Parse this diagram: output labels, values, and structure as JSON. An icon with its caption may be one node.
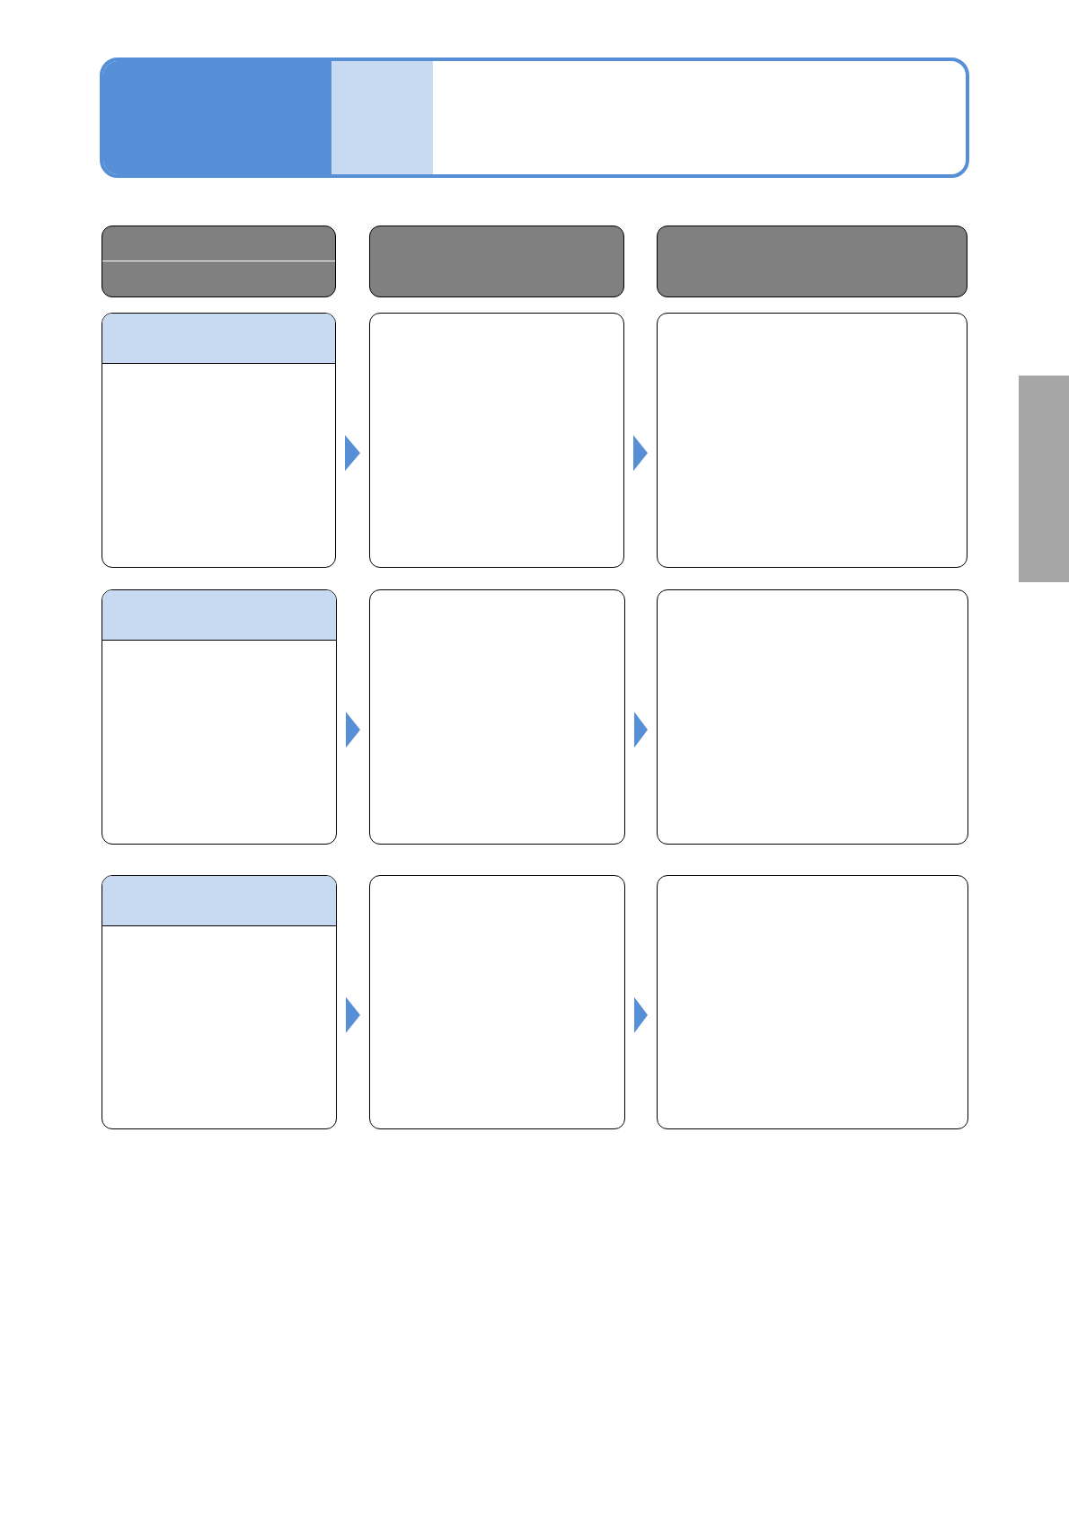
{
  "diagram": {
    "nodes": [
      {
        "text": [],
        "shape": "box"
      },
      {
        "text": [],
        "shape": "box"
      },
      {
        "text": [],
        "shape": "box"
      },
      {
        "text": [],
        "shape": "box"
      },
      {
        "text": [],
        "shape": "box"
      },
      {
        "text": [],
        "shape": "box"
      },
      {
        "text": [],
        "shape": "box"
      },
      {
        "text": [],
        "shape": "box"
      },
      {
        "text": [],
        "shape": "box"
      },
      {
        "text": [],
        "shape": "box"
      },
      {
        "text": [],
        "shape": "box"
      },
      {
        "text": [],
        "shape": "box"
      },
      {
        "text": [],
        "shape": "box"
      },
      {
        "text": [],
        "shape": "bar"
      }
    ],
    "edges": [
      {
        "from": 4,
        "to": 5,
        "arrow": "to"
      },
      {
        "from": 5,
        "to": 6,
        "arrow": "to"
      },
      {
        "from": 7,
        "to": 8,
        "arrow": "to"
      },
      {
        "from": 8,
        "to": 9,
        "arrow": "to"
      },
      {
        "from": 10,
        "to": 11,
        "arrow": "to"
      },
      {
        "from": 11,
        "to": 12,
        "arrow": "to"
      }
    ]
  }
}
